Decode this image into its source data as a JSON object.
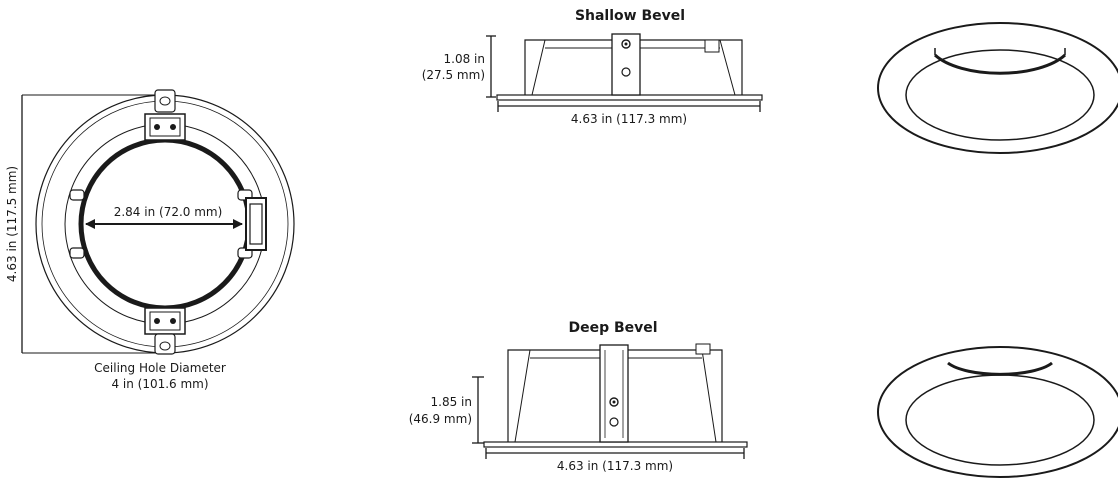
{
  "top_view": {
    "outer_height": "4.63 in (117.5 mm)",
    "inner_diameter": "2.84 in (72.0 mm)",
    "caption_line1": "Ceiling Hole Diameter",
    "caption_line2": "4 in (101.6 mm)"
  },
  "shallow": {
    "title": "Shallow Bevel",
    "height_in": "1.08 in",
    "height_mm": "(27.5 mm)",
    "width": "4.63 in (117.3 mm)"
  },
  "deep": {
    "title": "Deep Bevel",
    "height_in": "1.85 in",
    "height_mm": "(46.9 mm)",
    "width": "4.63 in (117.3 mm)"
  }
}
